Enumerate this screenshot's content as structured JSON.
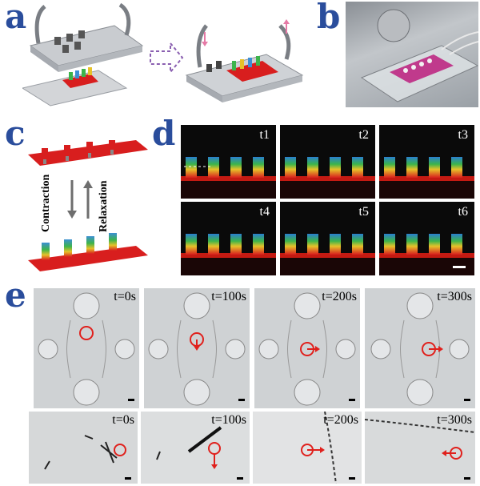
{
  "panels": {
    "a": {
      "letter": "a"
    },
    "b": {
      "letter": "b"
    },
    "c": {
      "letter": "c",
      "contraction": "Contraction",
      "relaxation": "Relaxation"
    },
    "d": {
      "letter": "d",
      "frames": [
        "t1",
        "t2",
        "t3",
        "t4",
        "t5",
        "t6"
      ]
    },
    "e": {
      "letter": "e",
      "top_frames": [
        "t=0s",
        "t=100s",
        "t=200s",
        "t=300s"
      ],
      "bottom_frames": [
        "t=0s",
        "t=100s",
        "t=200s",
        "t=300s"
      ]
    }
  },
  "colors": {
    "letter": "#2a4d9c",
    "tissue_red": "#d81e1e",
    "marker": "#e0201c"
  }
}
